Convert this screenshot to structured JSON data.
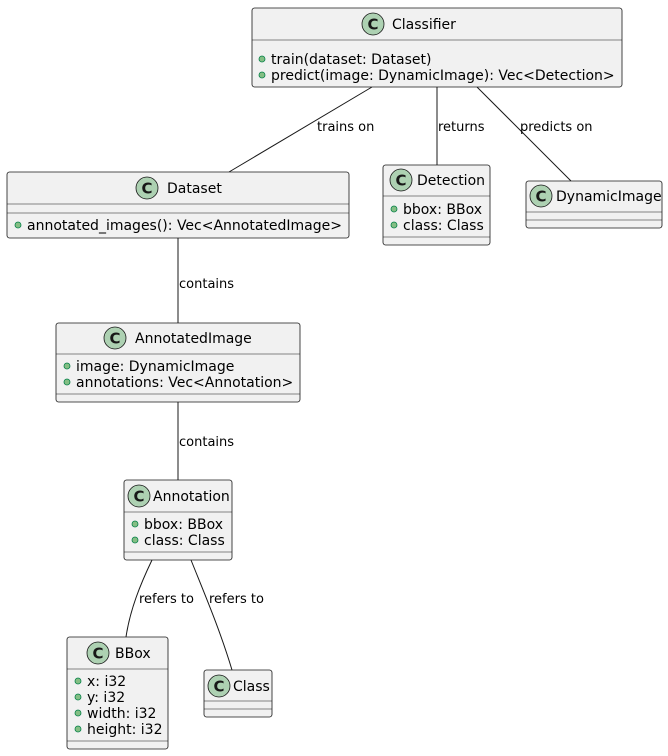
{
  "classes": {
    "classifier": {
      "name": "Classifier",
      "stereotype_letter": "C",
      "members": [
        "train(dataset: Dataset)",
        "predict(image: DynamicImage): Vec<Detection>"
      ]
    },
    "dataset": {
      "name": "Dataset",
      "stereotype_letter": "C",
      "members": [
        "annotated_images(): Vec<AnnotatedImage>"
      ]
    },
    "detection": {
      "name": "Detection",
      "stereotype_letter": "C",
      "members": [
        "bbox: BBox",
        "class: Class"
      ]
    },
    "dynamic_image": {
      "name": "DynamicImage",
      "stereotype_letter": "C",
      "members": []
    },
    "annotated_image": {
      "name": "AnnotatedImage",
      "stereotype_letter": "C",
      "members": [
        "image: DynamicImage",
        "annotations: Vec<Annotation>"
      ]
    },
    "annotation": {
      "name": "Annotation",
      "stereotype_letter": "C",
      "members": [
        "bbox: BBox",
        "class: Class"
      ]
    },
    "bbox": {
      "name": "BBox",
      "stereotype_letter": "C",
      "members": [
        "x: i32",
        "y: i32",
        "width: i32",
        "height: i32"
      ]
    },
    "class": {
      "name": "Class",
      "stereotype_letter": "C",
      "members": []
    }
  },
  "edges": [
    {
      "from": "classifier",
      "to": "dataset",
      "label": "trains on"
    },
    {
      "from": "classifier",
      "to": "detection",
      "label": "returns"
    },
    {
      "from": "classifier",
      "to": "dynamic_image",
      "label": "predicts on"
    },
    {
      "from": "dataset",
      "to": "annotated_image",
      "label": "contains"
    },
    {
      "from": "annotated_image",
      "to": "annotation",
      "label": "contains"
    },
    {
      "from": "annotation",
      "to": "bbox",
      "label": "refers to"
    },
    {
      "from": "annotation",
      "to": "class",
      "label": "refers to"
    }
  ],
  "colors": {
    "box_fill": "#f1f1f1",
    "border": "#181818",
    "badge_fill": "#add1b2",
    "visibility_dot": "#84be84"
  }
}
